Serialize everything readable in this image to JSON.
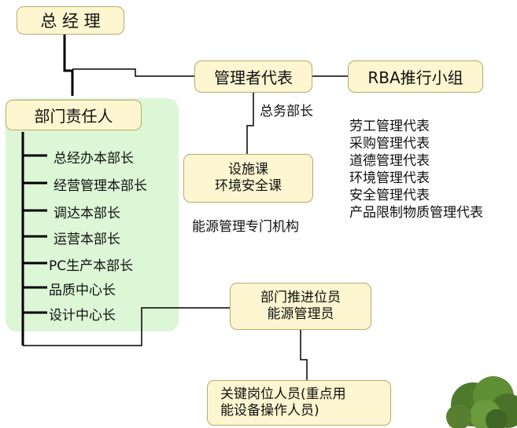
{
  "chart_data": {
    "type": "org-chart",
    "top": "总 经 理",
    "management_rep": "管理者代表",
    "rba_group": "RBA推行小组",
    "general_affairs": "总务部长",
    "facilities": [
      "设施课",
      "环境安全课"
    ],
    "energy_dept": "能源管理专门机构",
    "rba_reps": [
      "劳工管理代表",
      "采购管理代表",
      "道德管理代表",
      "环境管理代表",
      "安全管理代表",
      "产品限制物质管理代表"
    ],
    "dept_head": "部门责任人",
    "departments": [
      "总经办本部长",
      "经营管理本部长",
      "调达本部长",
      "运营本部长",
      "PC生产本部长",
      "品质中心长",
      "设计中心长"
    ],
    "promoter": [
      "部门推进位员",
      "能源管理员"
    ],
    "key_staff": [
      "关键岗位人员(重点用",
      "能设备操作人员)"
    ]
  }
}
